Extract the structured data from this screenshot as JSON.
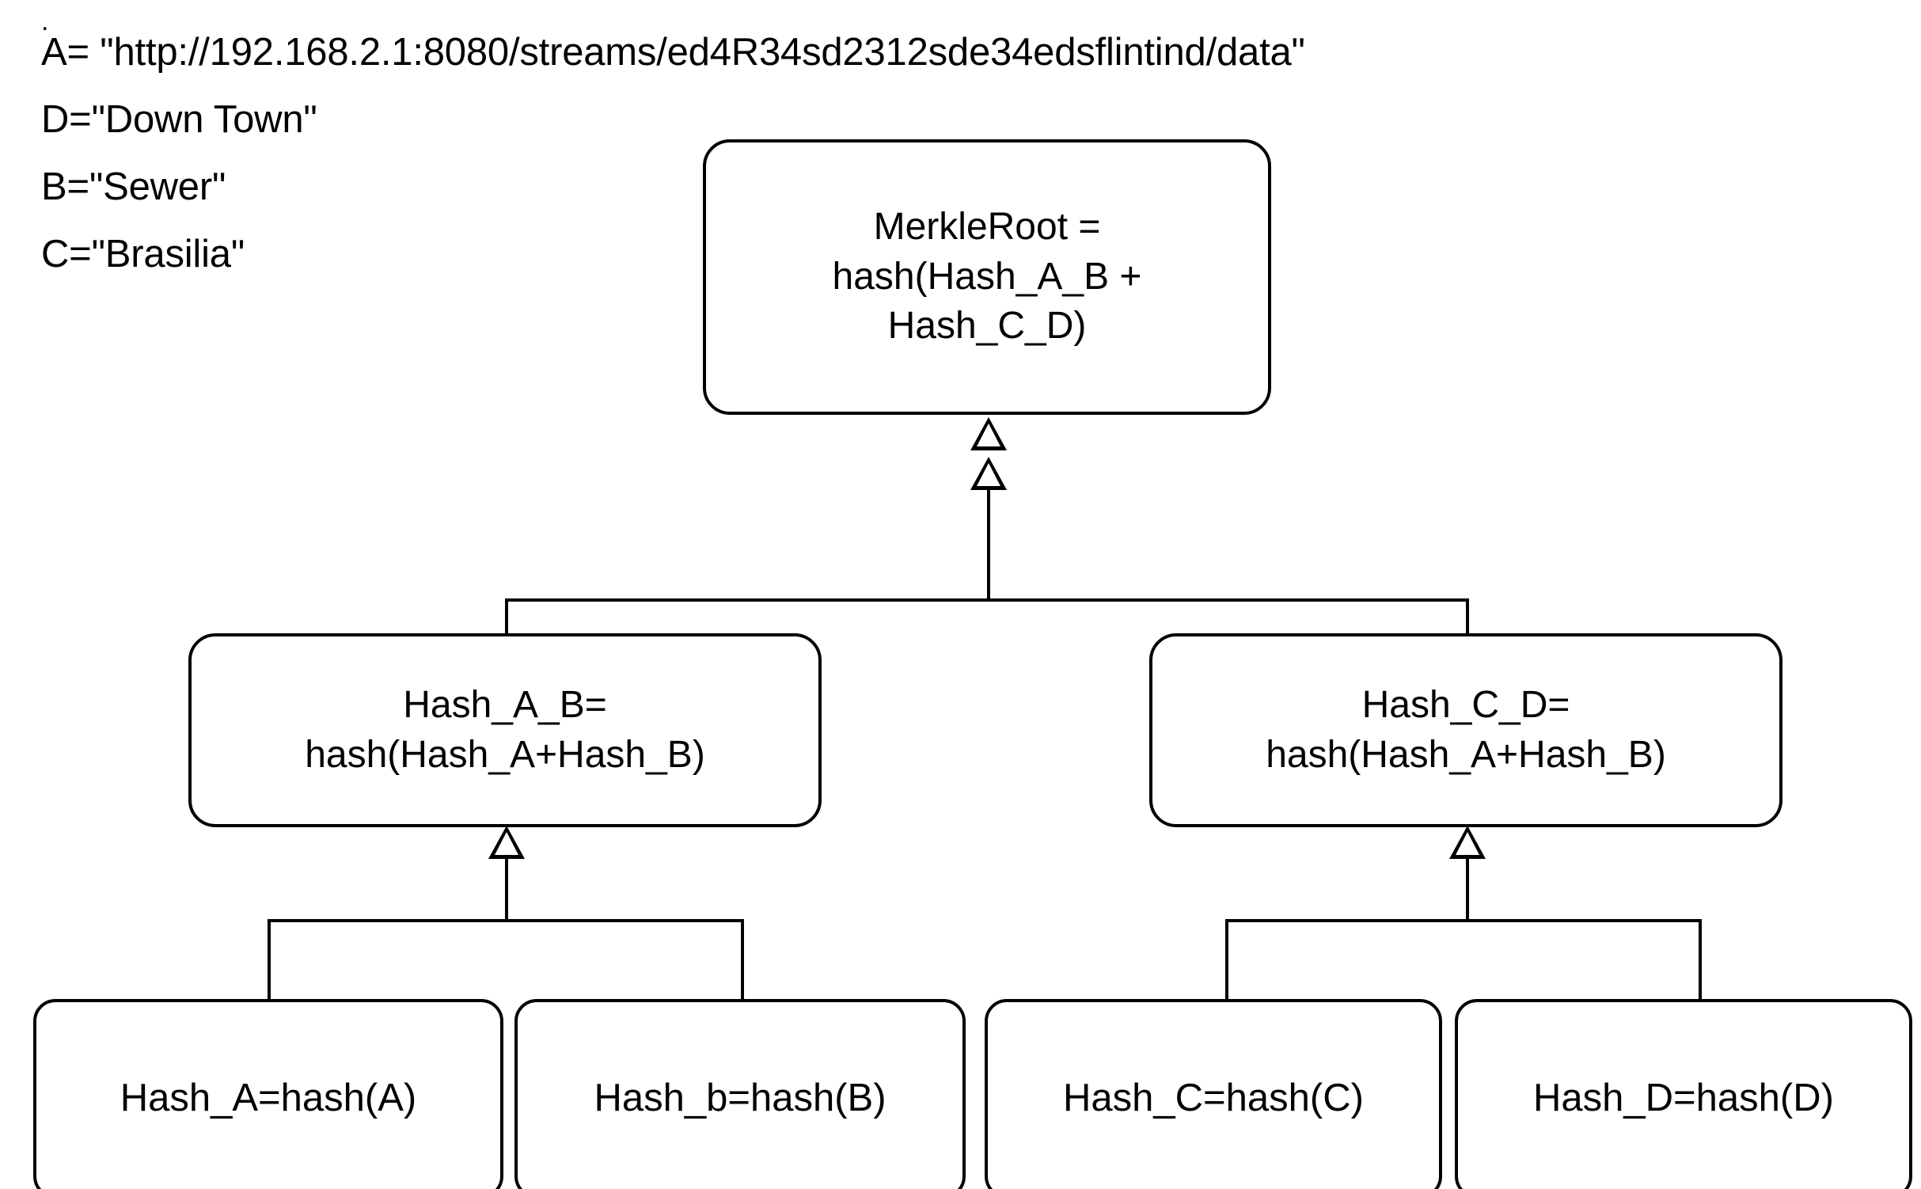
{
  "legend": {
    "leading_dot": ".",
    "definitions": [
      {
        "name": "def-A",
        "text": "A= \"http://192.168.2.1:8080/streams/ed4R34sd2312sde34edsflintind/data\""
      },
      {
        "name": "def-D",
        "text": "D=\"Down Town\""
      },
      {
        "name": "def-B",
        "text": "B=\"Sewer\""
      },
      {
        "name": "def-C",
        "text": "C=\"Brasilia\""
      }
    ]
  },
  "tree": {
    "root": {
      "id": "merkle-root",
      "lines": [
        "MerkleRoot =",
        "hash(Hash_A_B +",
        "Hash_C_D)"
      ]
    },
    "branches": [
      {
        "id": "hash-a-b",
        "lines": [
          "Hash_A_B=",
          "hash(Hash_A+Hash_B)"
        ]
      },
      {
        "id": "hash-c-d",
        "lines": [
          "Hash_C_D=",
          "hash(Hash_A+Hash_B)"
        ]
      }
    ],
    "leaves": [
      {
        "id": "hash-a",
        "lines": [
          "Hash_A=hash(A)"
        ]
      },
      {
        "id": "hash-b",
        "lines": [
          "Hash_b=hash(B)"
        ]
      },
      {
        "id": "hash-c",
        "lines": [
          "Hash_C=hash(C)"
        ]
      },
      {
        "id": "hash-d",
        "lines": [
          "Hash_D=hash(D)"
        ]
      }
    ]
  },
  "style": {
    "stroke": "#000000",
    "background": "#ffffff"
  }
}
